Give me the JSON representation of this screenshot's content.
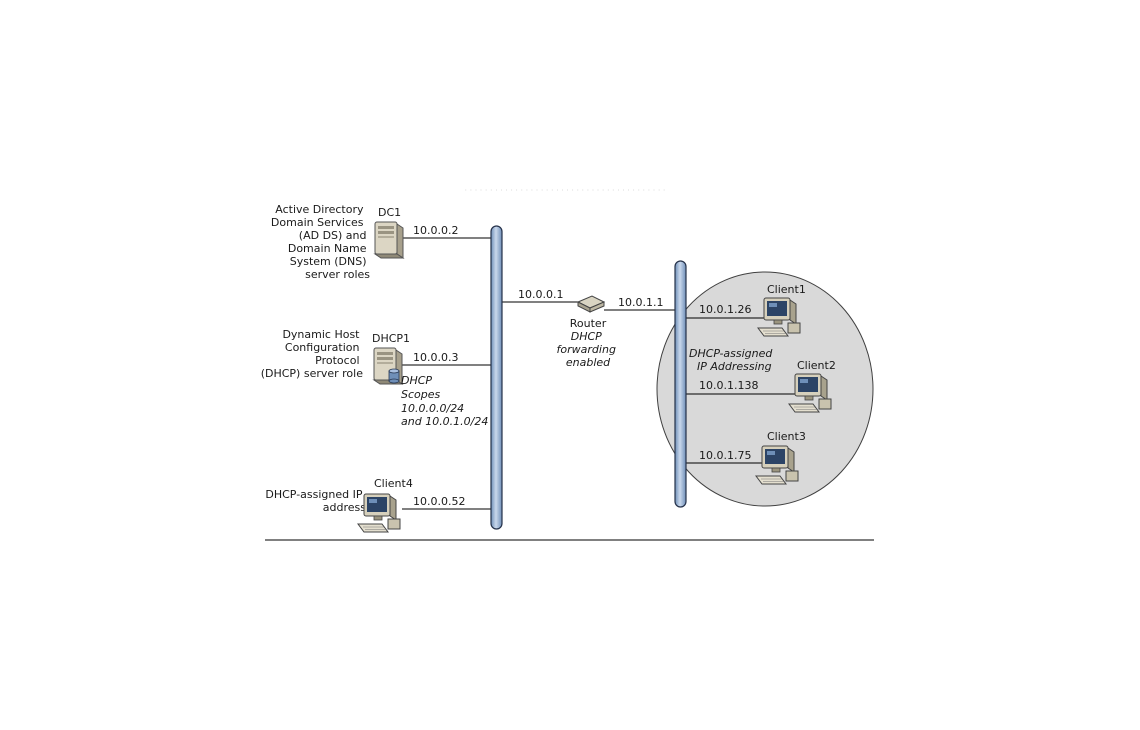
{
  "nodes": {
    "dc1": {
      "name": "DC1",
      "role_lines": [
        "Active Directory",
        "Domain Services",
        "(AD DS) and",
        "Domain Name",
        "System (DNS)",
        "server roles"
      ],
      "ip": "10.0.0.2"
    },
    "dhcp1": {
      "name": "DHCP1",
      "role_lines": [
        "Dynamic Host",
        "Configuration",
        "Protocol",
        "(DHCP) server role"
      ],
      "ip": "10.0.0.3",
      "scope_lines": [
        "DHCP",
        "Scopes",
        "10.0.0.0/24",
        "and 10.0.1.0/24"
      ]
    },
    "client4": {
      "name": "Client4",
      "role_lines": [
        "DHCP-assigned IP",
        "address"
      ],
      "ip": "10.0.0.52"
    },
    "router": {
      "name": "Router",
      "note_lines": [
        "DHCP",
        "forwarding",
        "enabled"
      ],
      "ip_left": "10.0.0.1",
      "ip_right": "10.0.1.1"
    },
    "subnet2": {
      "note_lines": [
        "DHCP-assigned",
        "IP Addressing"
      ]
    },
    "client1": {
      "name": "Client1",
      "ip": "10.0.1.26"
    },
    "client2": {
      "name": "Client2",
      "ip": "10.0.1.138"
    },
    "client3": {
      "name": "Client3",
      "ip": "10.0.1.75"
    }
  },
  "colors": {
    "backbone": "#9eb6d6",
    "backbone_edge": "#26324a",
    "subnet_fill": "#d9d9d9",
    "subnet_edge": "#404040",
    "server_body": "#dcd6c4",
    "monitor_screen": "#2c4466"
  },
  "icons": {
    "server": "server-icon",
    "workstation": "workstation-icon",
    "router": "router-icon",
    "database": "database-icon"
  }
}
